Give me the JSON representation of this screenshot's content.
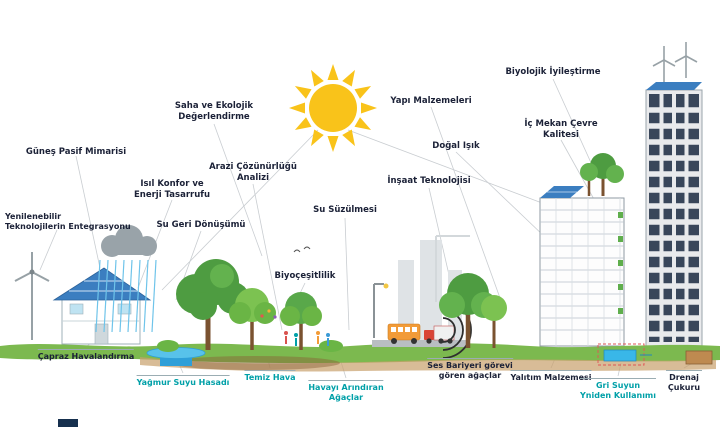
{
  "colors": {
    "label_dark": "#1B2137",
    "label_teal": "#00A0A8",
    "sun_yellow": "#F9C31A",
    "grass_green": "#7CB94F",
    "water_blue": "#58C2EA",
    "solar_blue": "#3B7EC0"
  },
  "labels": {
    "gunes_pasif_mimarisi": "Güneş Pasif Mimarisi",
    "saha_ve_ekolojik_degerlendirme": "Saha ve Ekolojik\nDeğerlendirme",
    "yapi_malzemeleri": "Yapı Malzemeleri",
    "biyolojik_iyilestirme": "Biyolojik İyileştirme",
    "ic_mekan_cevre_kalitesi": "İç Mekan Çevre\nKalitesi",
    "dogal_isik": "Doğal Işık",
    "insaat_teknolojisi": "İnşaat Teknolojisi",
    "arazi_cozunurlugu_analizi": "Arazi Çözünürlüğü\nAnalizi",
    "isil_konfor_ve_enerji_tasarrufu": "Isıl Konfor ve\nEnerji Tasarrufu",
    "su_geri_donusumu": "Su Geri Dönüşümü",
    "su_suzulmesi": "Su Süzülmesi",
    "yenilenebilir_teknolojilerin_entegrasyonu": "Yenilenebilir\nTeknolojilerin Entegrasyonu",
    "biyocesitlilik": "Biyoçeşitlilik",
    "capraz_havalandirma": "Çapraz Havalandırma",
    "yagmur_suyu_hasadi": "Yağmur Suyu Hasadı",
    "temiz_hava": "Temiz Hava",
    "havayi_arindiran_agaclar": "Havayı Arındıran\nAğaçlar",
    "ses_bariyeri_gorevi_goren_agaclar": "Ses Bariyeri görevi\ngören ağaçlar",
    "yalitim_malzemesi": "Yalıtım Malzemesi",
    "gri_suyun_yeniden_kullanimi": "Gri Suyun\nYniden Kullanımı",
    "drenaj_cukuru": "Drenaj Çukuru"
  }
}
